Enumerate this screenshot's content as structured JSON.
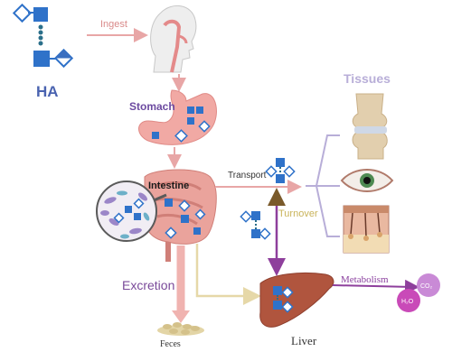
{
  "labels": {
    "ha": "HA",
    "ingest": "Ingest",
    "stomach": "Stomach",
    "intestine": "Intestine",
    "transport": "Transport",
    "tissues": "Tissues",
    "turnover": "Turnover",
    "excretion": "Excretion",
    "metabolism": "Metabolism",
    "liver": "Liver",
    "feces": "Feces",
    "co2": "CO₂",
    "h2o": "H₂O"
  },
  "colors": {
    "arrow_pink": "#e8a6a6",
    "arrow_beige": "#e6d8a8",
    "arrow_purple": "#8e3f9c",
    "arrow_turnover_brown": "#7a5a2a",
    "monomer_square": "#2f72c9",
    "monomer_diamond": "#3a6fc0",
    "liver": "#b0553e",
    "stomach": "#f1a9a4",
    "intestine": "#eaa39c",
    "co2_bubble": "#c98ad6",
    "h2o_bubble": "#c94ab8",
    "tissue_bracket": "#b8aed8"
  },
  "icons": [
    "ha-molecule-icon",
    "human-head-icon",
    "stomach-icon",
    "intestine-icon",
    "microbiota-icon",
    "joint-icon",
    "eye-icon",
    "skin-icon",
    "liver-icon",
    "feces-icon"
  ]
}
